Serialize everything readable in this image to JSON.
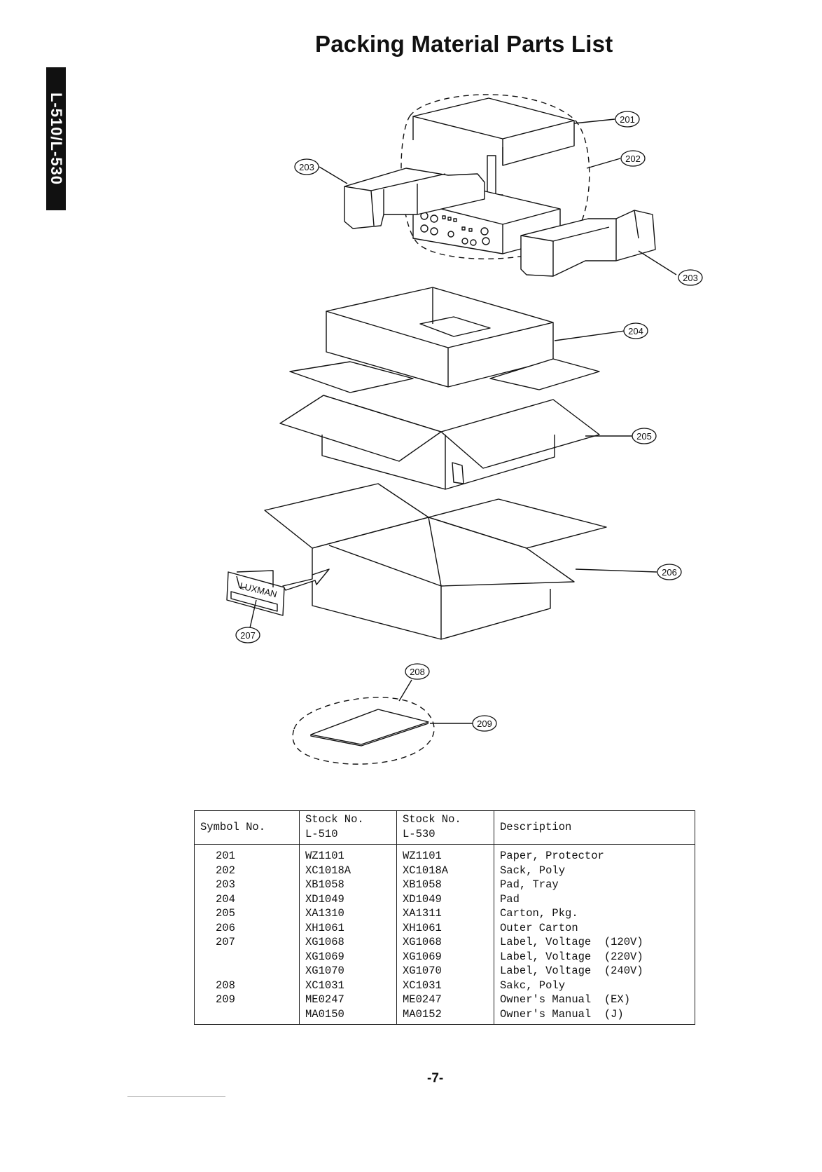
{
  "side_tab": {
    "text": "L-510/L-530"
  },
  "title": "Packing Material Parts List",
  "diagram": {
    "callouts": {
      "c201": "201",
      "c202": "202",
      "c203a": "203",
      "c203b": "203",
      "c204": "204",
      "c205": "205",
      "c206": "206",
      "c207": "207",
      "c208": "208",
      "c209": "209"
    },
    "label_logo": "LUXMAN"
  },
  "table": {
    "headers": {
      "symbol": "Symbol No.",
      "stock_l510_1": "Stock No.",
      "stock_l510_2": "L-510",
      "stock_l530_1": "Stock No.",
      "stock_l530_2": "L-530",
      "description": "Description"
    },
    "rows": [
      {
        "symbol": "201",
        "l510": "WZ1101",
        "l530": "WZ1101",
        "desc": "Paper, Protector"
      },
      {
        "symbol": "202",
        "l510": "XC1018A",
        "l530": "XC1018A",
        "desc": "Sack, Poly"
      },
      {
        "symbol": "203",
        "l510": "XB1058",
        "l530": "XB1058",
        "desc": "Pad, Tray"
      },
      {
        "symbol": "204",
        "l510": "XD1049",
        "l530": "XD1049",
        "desc": "Pad"
      },
      {
        "symbol": "205",
        "l510": "XA1310",
        "l530": "XA1311",
        "desc": "Carton, Pkg."
      },
      {
        "symbol": "206",
        "l510": "XH1061",
        "l530": "XH1061",
        "desc": "Outer Carton"
      },
      {
        "symbol": "207",
        "l510": "XG1068",
        "l530": "XG1068",
        "desc": "Label, Voltage  (120V)"
      },
      {
        "symbol": "",
        "l510": "XG1069",
        "l530": "XG1069",
        "desc": "Label, Voltage  (220V)"
      },
      {
        "symbol": "",
        "l510": "XG1070",
        "l530": "XG1070",
        "desc": "Label, Voltage  (240V)"
      },
      {
        "symbol": "208",
        "l510": "XC1031",
        "l530": "XC1031",
        "desc": "Sakc, Poly"
      },
      {
        "symbol": "209",
        "l510": "ME0247",
        "l530": "ME0247",
        "desc": "Owner's Manual  (EX)"
      },
      {
        "symbol": "",
        "l510": "MA0150",
        "l530": "MA0152",
        "desc": "Owner's Manual  (J)"
      }
    ]
  },
  "page_number": "-7-"
}
